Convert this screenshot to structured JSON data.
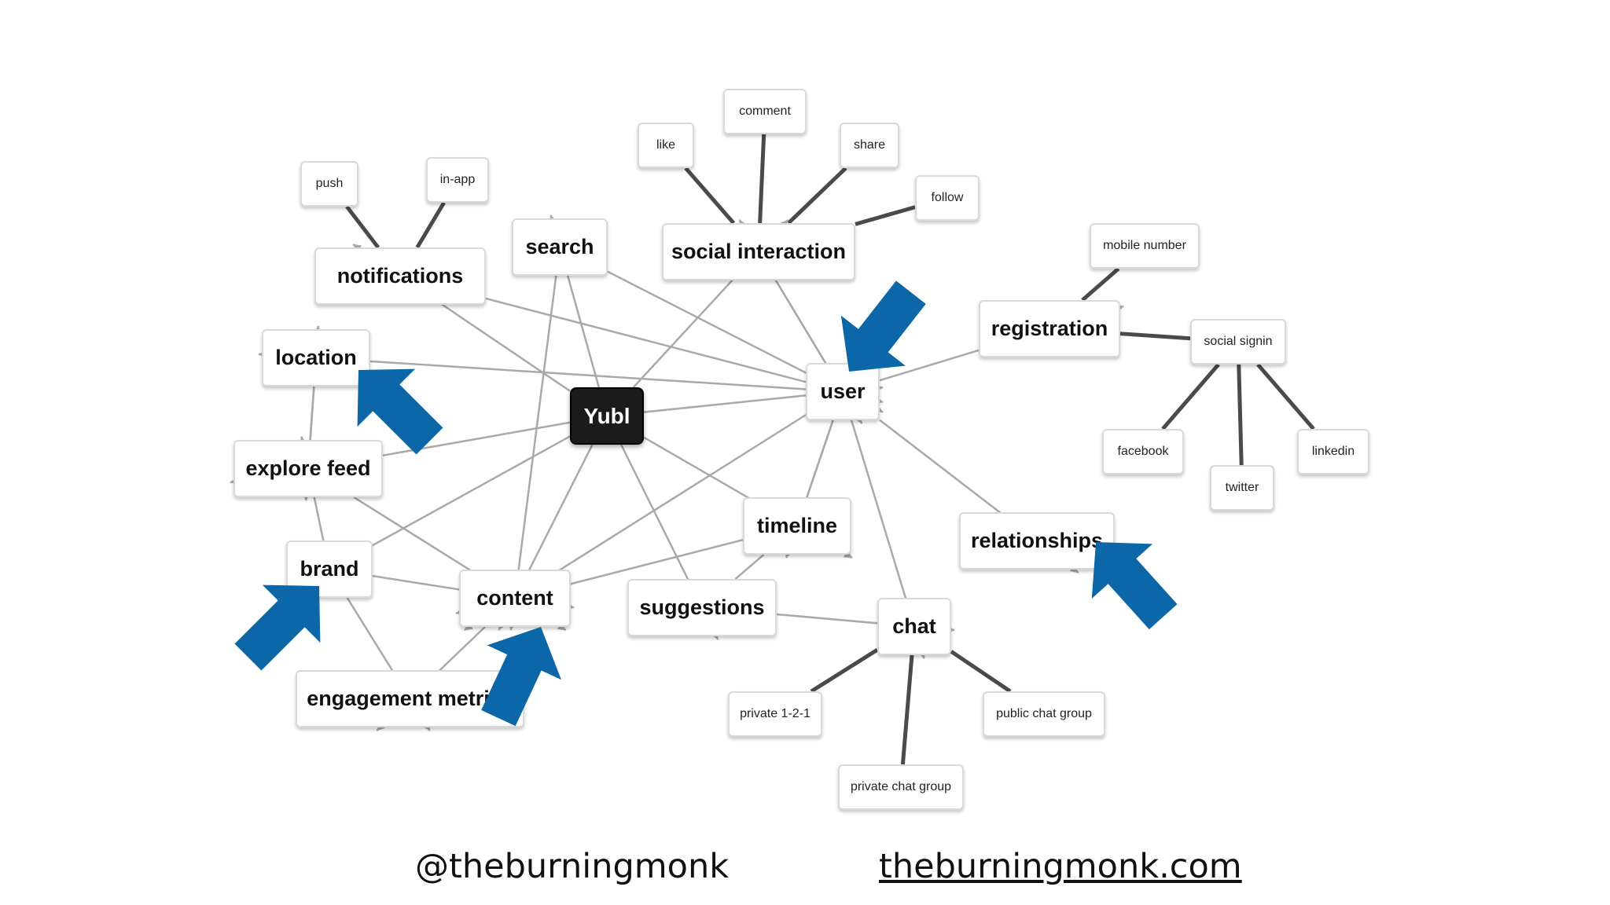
{
  "diagram": {
    "nodes": [
      {
        "id": "yubl",
        "label": "Yubl"
      },
      {
        "id": "notifications",
        "label": "notifications"
      },
      {
        "id": "push",
        "label": "push"
      },
      {
        "id": "in-app",
        "label": "in-app"
      },
      {
        "id": "search",
        "label": "search"
      },
      {
        "id": "social-interaction",
        "label": "social interaction"
      },
      {
        "id": "like",
        "label": "like"
      },
      {
        "id": "comment",
        "label": "comment"
      },
      {
        "id": "share",
        "label": "share"
      },
      {
        "id": "follow",
        "label": "follow"
      },
      {
        "id": "location",
        "label": "location"
      },
      {
        "id": "explore-feed",
        "label": "explore feed"
      },
      {
        "id": "brand",
        "label": "brand"
      },
      {
        "id": "content",
        "label": "content"
      },
      {
        "id": "engagement-metrics",
        "label": "engagement metrics"
      },
      {
        "id": "suggestions",
        "label": "suggestions"
      },
      {
        "id": "timeline",
        "label": "timeline"
      },
      {
        "id": "user",
        "label": "user"
      },
      {
        "id": "registration",
        "label": "registration"
      },
      {
        "id": "mobile-number",
        "label": "mobile number"
      },
      {
        "id": "social-signin",
        "label": "social signin"
      },
      {
        "id": "facebook",
        "label": "facebook"
      },
      {
        "id": "twitter",
        "label": "twitter"
      },
      {
        "id": "linkedin",
        "label": "linkedin"
      },
      {
        "id": "relationships",
        "label": "relationships"
      },
      {
        "id": "chat",
        "label": "chat"
      },
      {
        "id": "private-1-2-1",
        "label": "private 1-2-1"
      },
      {
        "id": "public-chat-group",
        "label": "public chat group"
      },
      {
        "id": "private-chat-group",
        "label": "private chat group"
      }
    ],
    "directed_edges": [
      [
        "yubl",
        "notifications"
      ],
      [
        "yubl",
        "search"
      ],
      [
        "yubl",
        "social-interaction"
      ],
      [
        "yubl",
        "user"
      ],
      [
        "yubl",
        "explore-feed"
      ],
      [
        "yubl",
        "brand"
      ],
      [
        "yubl",
        "content"
      ],
      [
        "yubl",
        "suggestions"
      ],
      [
        "yubl",
        "timeline"
      ],
      [
        "notifications",
        "user"
      ],
      [
        "search",
        "user"
      ],
      [
        "search",
        "content"
      ],
      [
        "social-interaction",
        "user"
      ],
      [
        "user",
        "social-interaction"
      ],
      [
        "user",
        "location"
      ],
      [
        "user",
        "registration"
      ],
      [
        "user",
        "relationships"
      ],
      [
        "user",
        "chat"
      ],
      [
        "user",
        "timeline"
      ],
      [
        "user",
        "content"
      ],
      [
        "timeline",
        "user"
      ],
      [
        "timeline",
        "content"
      ],
      [
        "location",
        "explore-feed"
      ],
      [
        "explore-feed",
        "location"
      ],
      [
        "explore-feed",
        "content"
      ],
      [
        "brand",
        "explore-feed"
      ],
      [
        "brand",
        "content"
      ],
      [
        "brand",
        "engagement-metrics"
      ],
      [
        "content",
        "engagement-metrics"
      ],
      [
        "suggestions",
        "chat"
      ]
    ],
    "attribute_links": [
      [
        "notifications",
        "push"
      ],
      [
        "notifications",
        "in-app"
      ],
      [
        "social-interaction",
        "like"
      ],
      [
        "social-interaction",
        "comment"
      ],
      [
        "social-interaction",
        "share"
      ],
      [
        "social-interaction",
        "follow"
      ],
      [
        "registration",
        "mobile-number"
      ],
      [
        "registration",
        "social-signin"
      ],
      [
        "social-signin",
        "facebook"
      ],
      [
        "social-signin",
        "twitter"
      ],
      [
        "social-signin",
        "linkedin"
      ],
      [
        "chat",
        "private-1-2-1"
      ],
      [
        "chat",
        "public-chat-group"
      ],
      [
        "chat",
        "private-chat-group"
      ],
      [
        "timeline",
        "suggestions"
      ]
    ],
    "highlight_arrows": [
      "user",
      "location",
      "brand",
      "content",
      "relationships"
    ]
  },
  "colors": {
    "edge": "#a9a9a9",
    "attribute_link": "#4a4a4a",
    "highlight": "#0b67a8",
    "root_fill": "#1b1b1b"
  },
  "footer": {
    "handle": "@theburningmonk",
    "website": "theburningmonk.com"
  }
}
